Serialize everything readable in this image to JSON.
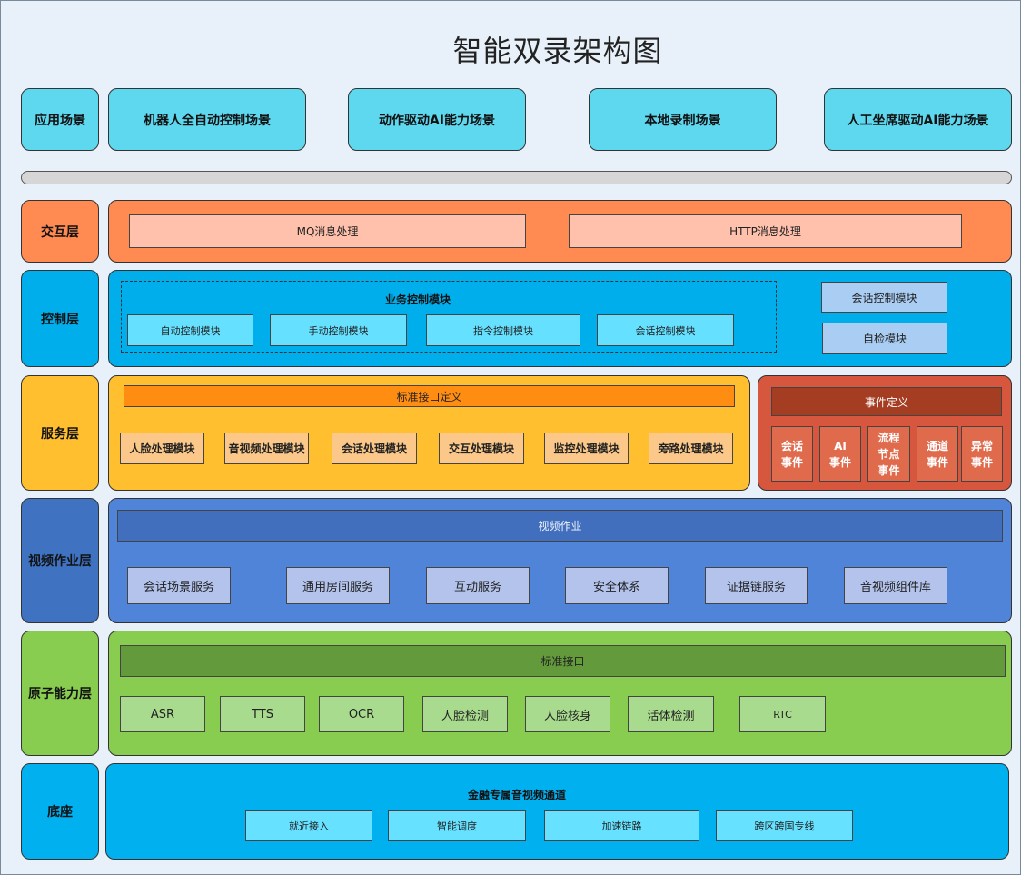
{
  "title": "智能双录架构图",
  "app": {
    "label": "应用场景",
    "scenes": [
      "机器人全自动控制场景",
      "动作驱动AI能力场景",
      "本地录制场景",
      "人工坐席驱动AI能力场景"
    ]
  },
  "interaction": {
    "label": "交互层",
    "items": [
      "MQ消息处理",
      "HTTP消息处理"
    ]
  },
  "control": {
    "label": "控制层",
    "business_title": "业务控制模块",
    "business_items": [
      "自动控制模块",
      "手动控制模块",
      "指令控制模块",
      "会话控制模块"
    ],
    "side_items": [
      "会话控制模块",
      "自检模块"
    ]
  },
  "service": {
    "label": "服务层",
    "interface_title": "标准接口定义",
    "modules": [
      "人脸处理模块",
      "音视频处理模块",
      "会话处理模块",
      "交互处理模块",
      "监控处理模块",
      "旁路处理模块"
    ],
    "event_title": "事件定义",
    "events": [
      "会话\n事件",
      "AI\n事件",
      "流程\n节点\n事件",
      "通道\n事件",
      "异常\n事件"
    ]
  },
  "video": {
    "label": "视频作业层",
    "header": "视频作业",
    "items": [
      "会话场景服务",
      "通用房间服务",
      "互动服务",
      "安全体系",
      "证据链服务",
      "音视频组件库"
    ]
  },
  "atomic": {
    "label": "原子能力层",
    "header": "标准接口",
    "items": [
      "ASR",
      "TTS",
      "OCR",
      "人脸检测",
      "人脸核身",
      "活体检测",
      "RTC"
    ]
  },
  "base": {
    "label": "底座",
    "title": "金融专属音视频通道",
    "items": [
      "就近接入",
      "智能调度",
      "加速链路",
      "跨区跨国专线"
    ]
  },
  "colors": {
    "app": "#5ed8ef",
    "interaction": "#ff8b52",
    "interaction_inner": "#ffc0ac",
    "control": "#00aeec",
    "control_inner": "#66e0ff",
    "control_side": "#a9cdf3",
    "service": "#ffbf2f",
    "service_header": "#ff8d12",
    "service_module": "#fbc889",
    "event": "#d6573d",
    "event_header": "#a53d22",
    "video_label": "#3f72c0",
    "video": "#4f84d9",
    "video_header": "#416fbe",
    "video_item": "#b3c3ec",
    "atomic": "#88cc50",
    "atomic_header": "#639b3c",
    "atomic_item": "#a8db8e",
    "base": "#00b0ef",
    "base_item": "#66e1ff"
  }
}
